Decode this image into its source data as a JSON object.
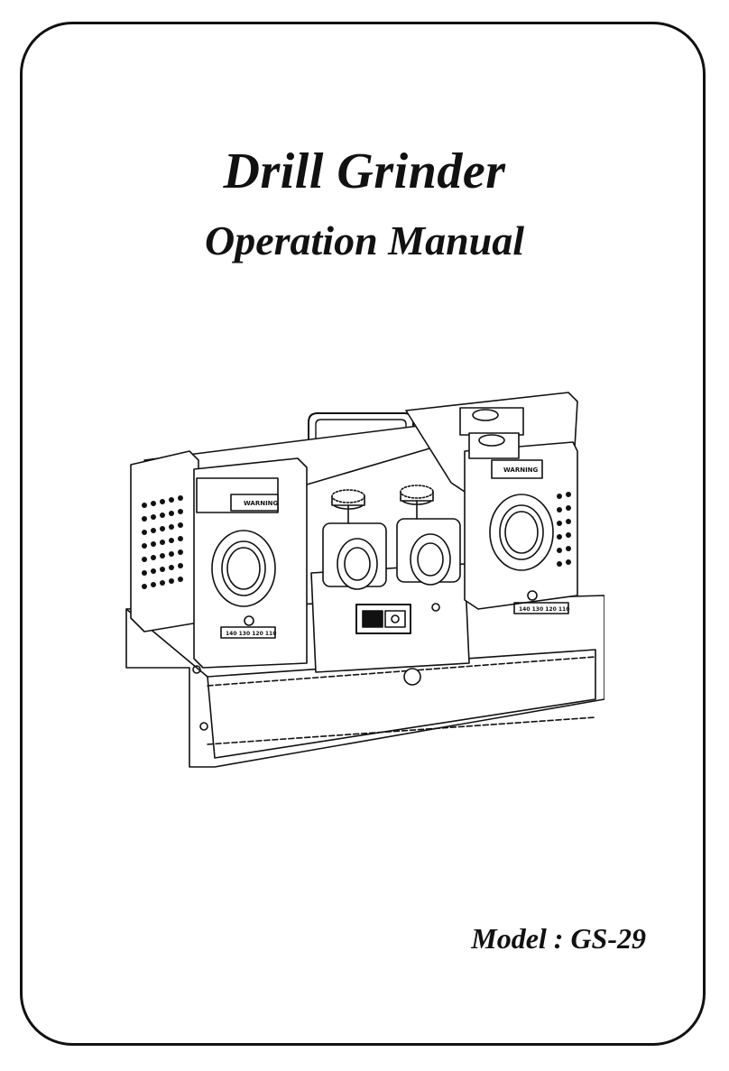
{
  "cover": {
    "title": "Drill Grinder",
    "subtitle": "Operation Manual",
    "model": "Model : GS-29"
  },
  "illustration": {
    "warning_label": "WARNING",
    "scale_label": "140 130 120 110"
  },
  "colors": {
    "ink": "#111111",
    "background": "#ffffff"
  }
}
